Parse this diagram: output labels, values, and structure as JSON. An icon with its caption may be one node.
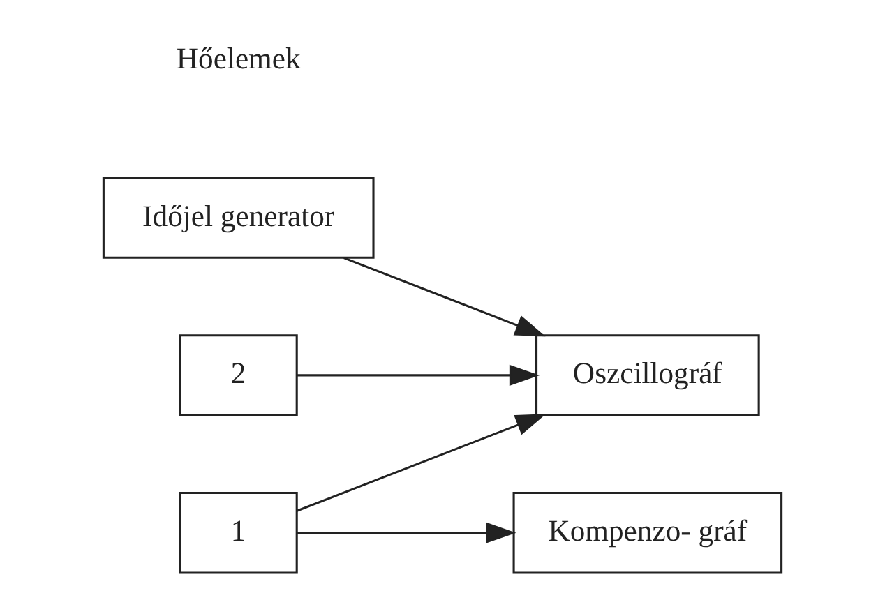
{
  "diagram": {
    "nodes": [
      {
        "text": [
          "Időjel generator"
        ]
      },
      {
        "text": [
          "Oszcillográf"
        ]
      },
      {
        "text": [
          "2"
        ]
      },
      {
        "text": [
          "1"
        ]
      },
      {
        "text": [
          "Kompenzo- gráf"
        ]
      }
    ],
    "edges": [
      {
        "from": 0,
        "to": 1,
        "arrow": "to"
      },
      {
        "from": 2,
        "to": 1,
        "arrow": "to"
      },
      {
        "from": 3,
        "to": 1,
        "arrow": "to"
      },
      {
        "from": 3,
        "to": 4,
        "arrow": "to"
      }
    ],
    "labels": [
      "Hőelemek"
    ]
  }
}
